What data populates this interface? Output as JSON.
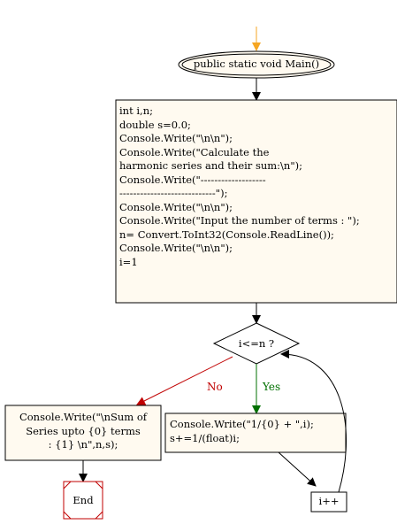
{
  "main_label": "public static void Main()",
  "init_block": [
    "int i,n;",
    "double s=0.0;",
    "Console.Write(\"\\n\\n\");",
    "Console.Write(\"Calculate the",
    "harmonic series and their sum:\\n\");",
    "Console.Write(\"-------------------",
    "----------------------------\");",
    "Console.Write(\"\\n\\n\");",
    "Console.Write(\"Input the number of terms : \");",
    "n= Convert.ToInt32(Console.ReadLine());",
    "Console.Write(\"\\n\\n\");",
    "i=1"
  ],
  "decision_label": "i<=n ?",
  "no_label": "No",
  "yes_label": "Yes",
  "sum_block": [
    "Console.Write(\"\\nSum of",
    "Series upto {0} terms",
    ": {1} \\n\",n,s);"
  ],
  "loop_block": [
    "Console.Write(\"1/{0} + \",i);",
    "s+=1/(float)i;"
  ],
  "increment_label": "i++",
  "end_label": "End",
  "colors": {
    "start_arrow": "#f5a623",
    "box_fill": "#fffaf0",
    "no_edge": "#c00000",
    "no_text": "#c00000",
    "yes_edge": "#007000",
    "yes_text": "#007000",
    "end_border": "#c00000"
  }
}
